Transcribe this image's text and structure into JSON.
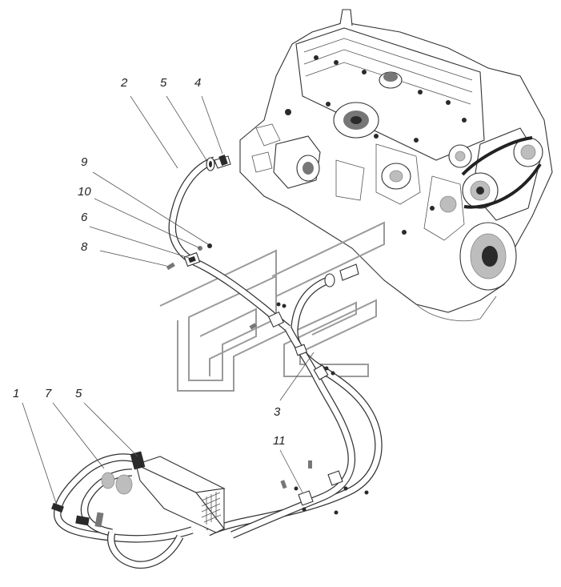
{
  "callouts": {
    "c1": "1",
    "c2": "2",
    "c3": "3",
    "c4": "4",
    "c5a": "5",
    "c5b": "5",
    "c6": "6",
    "c7": "7",
    "c8": "8",
    "c9": "9",
    "c10": "10",
    "c11": "11"
  },
  "colors": {
    "line": "#333333",
    "watermark": "#9a9a9a",
    "background": "#ffffff"
  }
}
